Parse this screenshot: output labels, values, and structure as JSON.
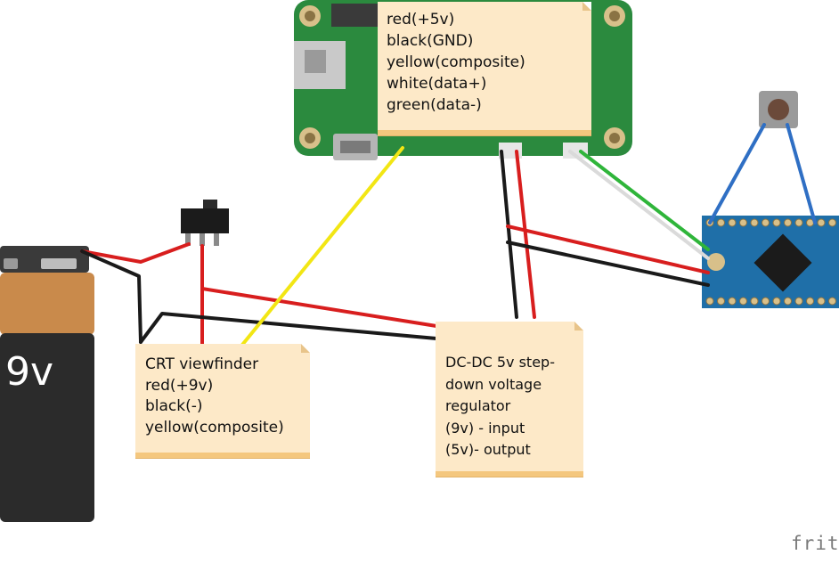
{
  "notes": {
    "pi": [
      "red(+5v)",
      "black(GND)",
      "yellow(composite)",
      "white(data+)",
      "green(data-)"
    ],
    "crt": [
      "CRT viewfinder",
      "red(+9v)",
      "black(-)",
      "yellow(composite)"
    ],
    "dcdc": [
      "DC-DC 5v step-",
      "down voltage",
      "regulator",
      "(9v) - input",
      "(5v)- output"
    ]
  },
  "battery": {
    "label": "9v"
  },
  "brand": "fritz",
  "colors": {
    "wire_red": "#d81e1e",
    "wire_black": "#1a1a1a",
    "wire_yellow": "#f2e614",
    "wire_white": "#e0e0e0",
    "wire_green": "#2fb53a",
    "wire_blue": "#2f6fc4",
    "pcb_green": "#2b8a3e",
    "arduino_blue": "#1f6fa8",
    "note_bg": "#fde9c8",
    "battery_copper": "#c98a4b",
    "battery_black": "#2b2b2b"
  }
}
